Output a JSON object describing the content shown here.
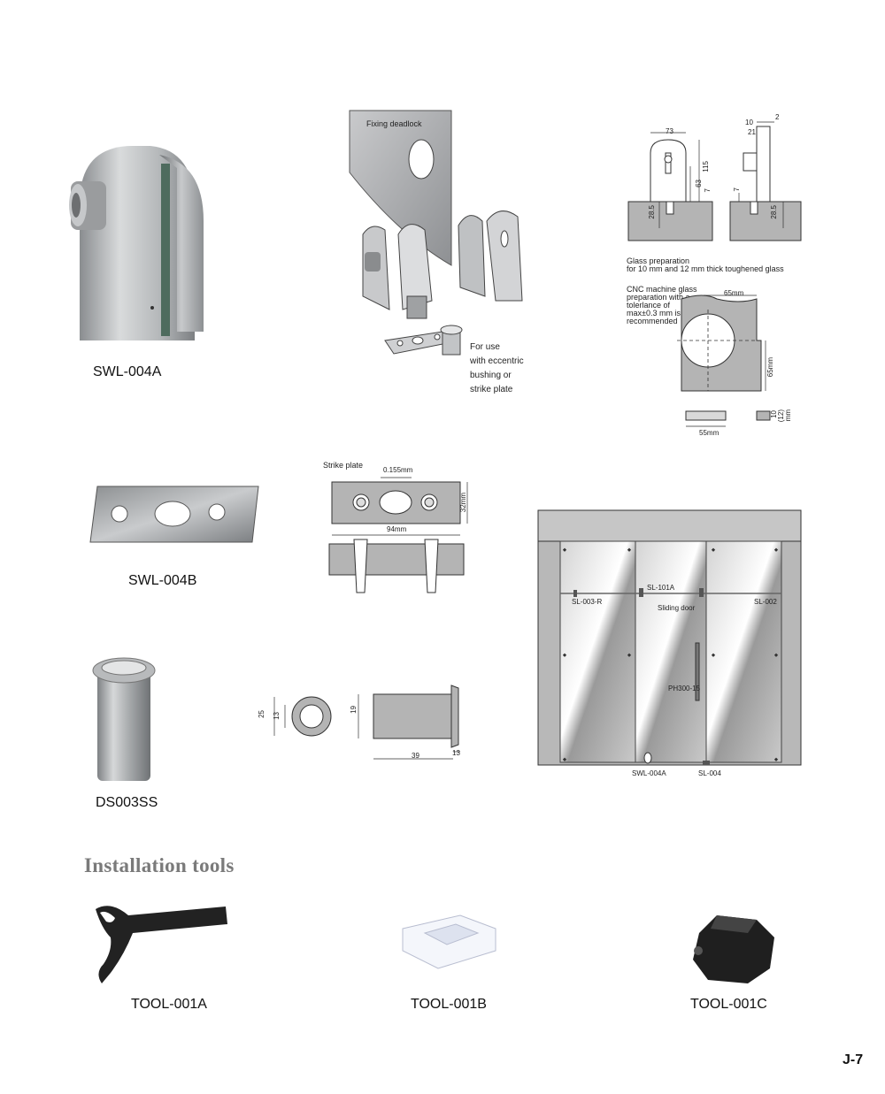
{
  "products": {
    "swl004a": "SWL-004A",
    "swl004b": "SWL-004B",
    "ds003ss": "DS003SS"
  },
  "fixing": {
    "title": "Fixing deadlock",
    "note_lines": [
      "For use",
      "with eccentric",
      "bushing or",
      "strike plate"
    ]
  },
  "dims_top": {
    "d73": "73",
    "d115": "115",
    "d63": "63",
    "d7a": "7",
    "d28a": "28.5",
    "d10": "10",
    "d2": "2",
    "d21": "21",
    "d7b": "7",
    "d28b": "28.5"
  },
  "glass_prep": {
    "line1": "Glass preparation",
    "line2": "for 10 mm and 12 mm thick toughened glass",
    "cnc_lines": [
      "CNC machine glass",
      "preparation with a",
      "tolerlance of",
      "max±0.3 mm is",
      "recommended"
    ],
    "d65w": "65mm",
    "d65h": "65mm",
    "d55": "55mm",
    "d10_12": "10",
    "d10_12b": "(12)",
    "d10_12c": "mm"
  },
  "strike": {
    "title": "Strike plate",
    "d0155": "0.155mm",
    "d32": "32mm",
    "d94": "94mm"
  },
  "ds_dims": {
    "d25": "25",
    "d13": "13",
    "d19": "19",
    "d39": "39",
    "d13b": "13"
  },
  "door": {
    "sl101a": "SL-101A",
    "sl003r": "SL-003-R",
    "sliding": "Sliding door",
    "sl002": "SL-002",
    "ph": "PH300-15",
    "swl": "SWL-004A",
    "sl004": "SL-004"
  },
  "tools": {
    "heading": "Installation tools",
    "a": "TOOL-001A",
    "b": "TOOL-001B",
    "c": "TOOL-001C"
  },
  "page": "J-7"
}
